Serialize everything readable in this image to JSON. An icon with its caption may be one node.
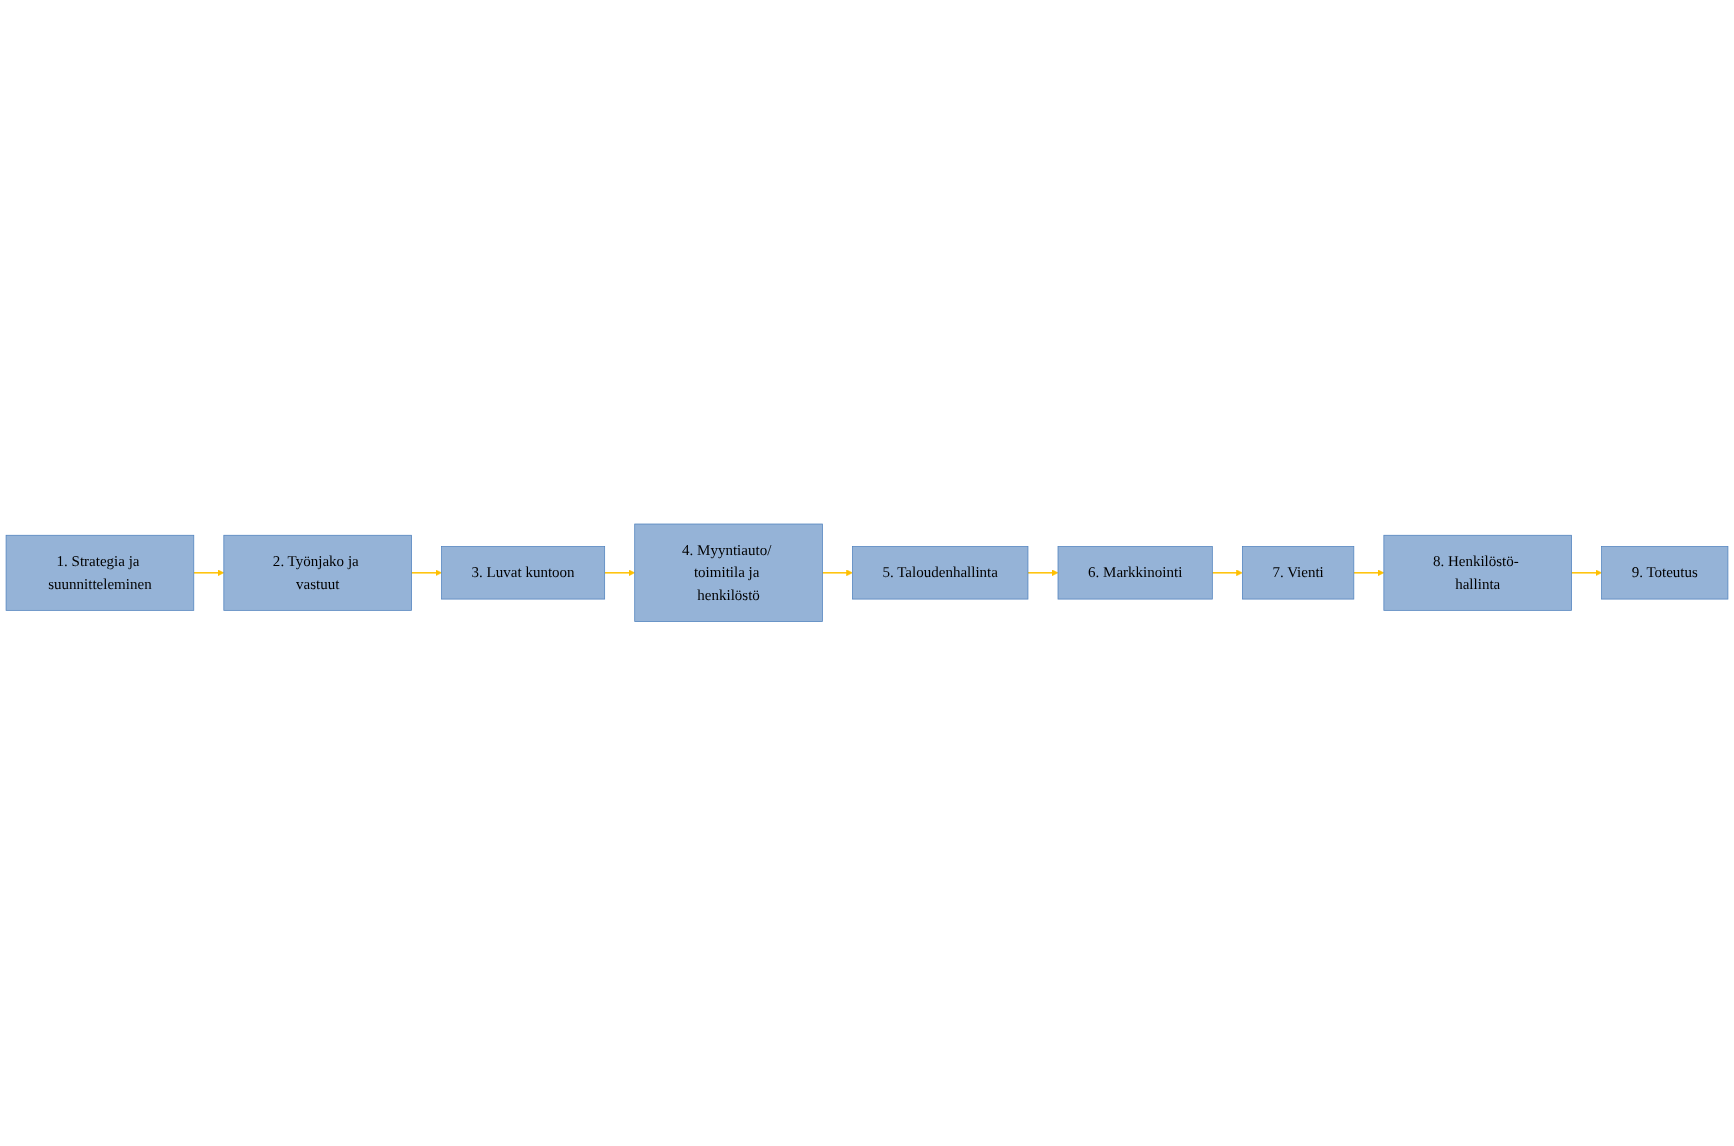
{
  "diagram": {
    "nodes": [
      {
        "text": [
          "1. Strategia ja suunnitteleminen"
        ]
      },
      {
        "text": [
          "2. Työnjako ja vastuut"
        ]
      },
      {
        "text": [
          "3. Luvat kuntoon"
        ]
      },
      {
        "text": [
          "4. Myyntiauto/ toimitila ja henkilöstö"
        ]
      },
      {
        "text": [
          "5. Taloudenhallinta"
        ]
      },
      {
        "text": [
          "6. Markkinointi"
        ]
      },
      {
        "text": [
          "7. Vienti"
        ]
      },
      {
        "text": [
          "8. Henkilöstö- hallinta"
        ]
      },
      {
        "text": [
          "9. Toteutus"
        ]
      }
    ],
    "edges": [
      {
        "from": 0,
        "to": 1,
        "arrow": "to"
      },
      {
        "from": 1,
        "to": 2,
        "arrow": "to"
      },
      {
        "from": 2,
        "to": 3,
        "arrow": "to"
      },
      {
        "from": 3,
        "to": 4,
        "arrow": "to"
      },
      {
        "from": 4,
        "to": 5,
        "arrow": "to"
      },
      {
        "from": 5,
        "to": 6,
        "arrow": "to"
      },
      {
        "from": 6,
        "to": 7,
        "arrow": "to"
      },
      {
        "from": 7,
        "to": 8,
        "arrow": "to"
      }
    ]
  }
}
